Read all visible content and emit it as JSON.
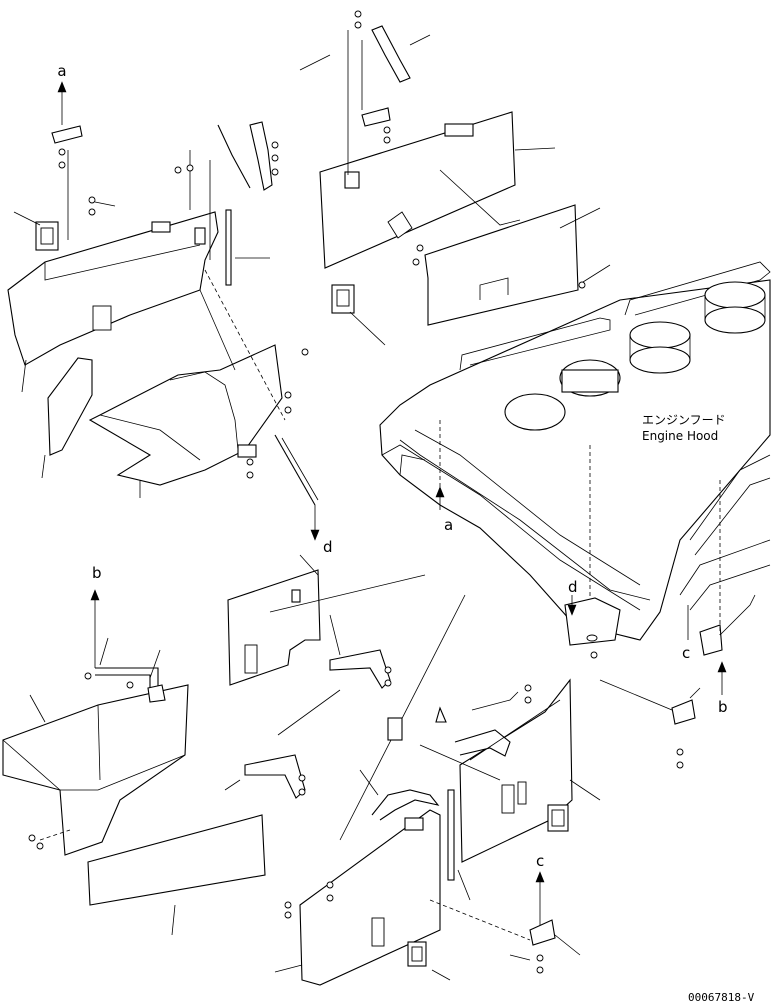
{
  "labels": {
    "ref_a_top": "a",
    "ref_a_hood": "a",
    "ref_b_left": "b",
    "ref_b_right": "b",
    "ref_c_hood": "c",
    "ref_c_bottom": "c",
    "ref_d_top": "d",
    "ref_d_hood": "d",
    "hood_jp": "エンジンフード",
    "hood_en": "Engine Hood",
    "drawing_code": "00067818-V"
  }
}
